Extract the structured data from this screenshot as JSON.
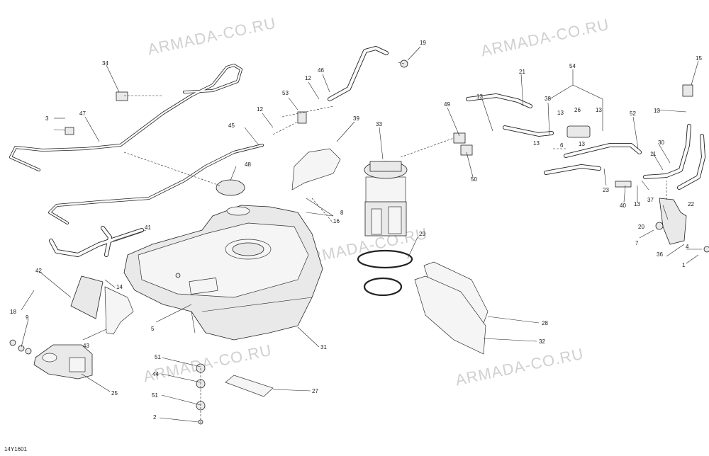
{
  "drawing": {
    "code": "14Y1601",
    "watermark_text": "ARMADA-CO.RU",
    "colors": {
      "line": "#222222",
      "fill": "#e9e9e9",
      "watermark": "#969696"
    }
  },
  "callouts": {
    "c1": "1",
    "c2": "2",
    "c3": "3",
    "c4": "4",
    "c5": "5",
    "c6": "6",
    "c7": "7",
    "c8": "8",
    "c9": "9",
    "c11": "11",
    "c12a": "12",
    "c12b": "12",
    "c13a": "13",
    "c13b": "13",
    "c13c": "13",
    "c13d": "13",
    "c13e": "13",
    "c13f": "13",
    "c13g": "13",
    "c14": "14",
    "c15": "15",
    "c16": "16",
    "c18": "18",
    "c19": "19",
    "c20": "20",
    "c21": "21",
    "c22": "22",
    "c23": "23",
    "c25": "25",
    "c26": "26",
    "c27": "27",
    "c28": "28",
    "c29": "29",
    "c30": "30",
    "c31": "31",
    "c32": "32",
    "c33": "33",
    "c34": "34",
    "c36": "36",
    "c37": "37",
    "c38": "38",
    "c39": "39",
    "c40": "40",
    "c41": "41",
    "c42": "42",
    "c43": "43",
    "c44": "44",
    "c45": "45",
    "c46": "46",
    "c47": "47",
    "c48": "48",
    "c49": "49",
    "c50": "50",
    "c51a": "51",
    "c51b": "51",
    "c52": "52",
    "c53": "53",
    "c54": "54"
  }
}
